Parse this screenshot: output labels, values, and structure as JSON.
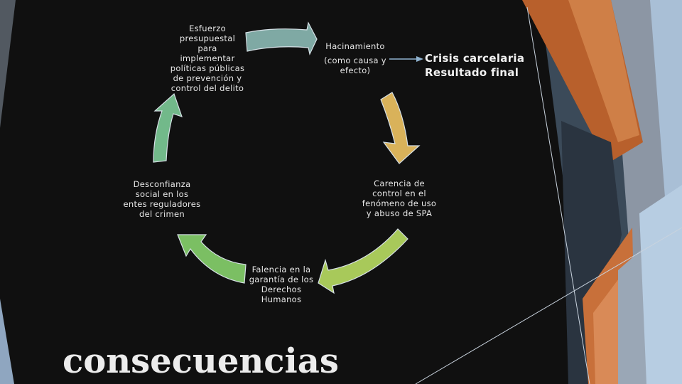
{
  "cycle": {
    "nodes": [
      {
        "id": "esfuerzo",
        "lines": [
          "Esfuerzo",
          "presupuestal",
          "para",
          "implementar",
          "políticas públicas",
          "de prevención y",
          "control del delito"
        ]
      },
      {
        "id": "hacinamiento",
        "lines": [
          "Hacinamiento",
          "(como causa y",
          "efecto)"
        ]
      },
      {
        "id": "carencia",
        "lines": [
          "Carencia de",
          "control en el",
          "fenómeno de uso",
          "y abuso de SPA"
        ]
      },
      {
        "id": "falencia",
        "lines": [
          "Falencia en la",
          "garantía de los",
          "Derechos",
          "Humanos"
        ]
      },
      {
        "id": "desconfianza",
        "lines": [
          "Desconfianza",
          "social en los",
          "entes reguladores",
          "del crimen"
        ]
      }
    ],
    "arrow_colors": [
      "#7fa9a4",
      "#d9b25a",
      "#a8c95a",
      "#7bbf63",
      "#72b98a"
    ]
  },
  "result": {
    "lines": [
      "Crisis carcelaria",
      "Resultado final"
    ]
  },
  "footer_title": "consecuencias",
  "colors": {
    "background": "#101010",
    "accent_orange": "#c8703a",
    "accent_blue": "#a9bfd6",
    "connector": "#8fb2cf"
  }
}
